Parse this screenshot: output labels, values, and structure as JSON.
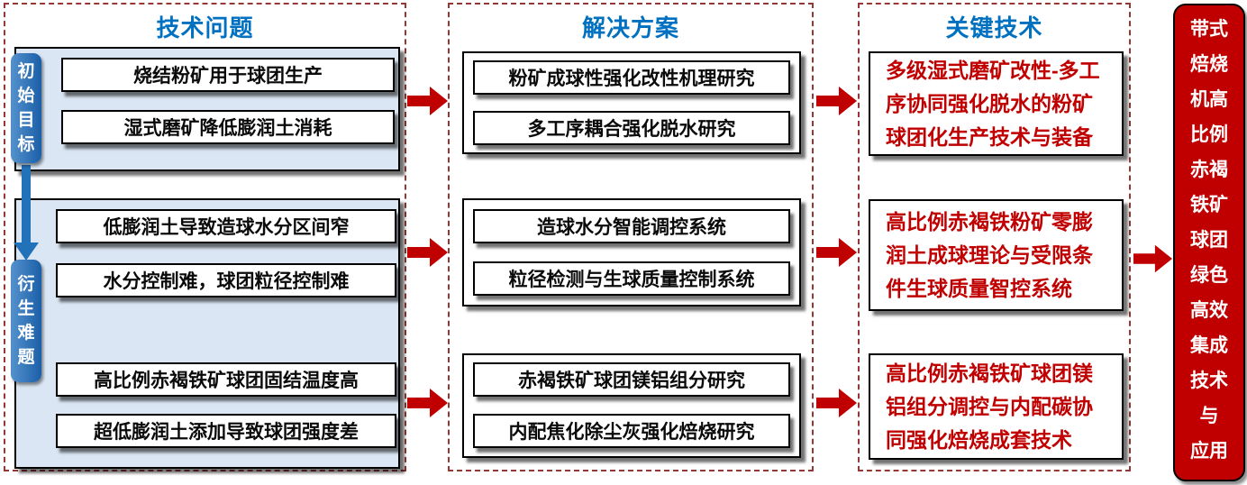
{
  "columns": {
    "problems": {
      "title": "技术问题",
      "groups": [
        {
          "tab": "初\n始\n目\n标",
          "items": [
            "烧结粉矿用于球团生产",
            "湿式磨矿降低膨润土消耗"
          ]
        },
        {
          "tab": "衍\n生\n难\n题",
          "items": [
            "低膨润土导致造球水分区间窄",
            "水分控制难，球团粒径控制难",
            "高比例赤褐铁矿球团固结温度高",
            "超低膨润土添加导致球团强度差"
          ]
        }
      ]
    },
    "solutions": {
      "title": "解决方案",
      "groups": [
        {
          "items": [
            "粉矿成球性强化改性机理研究",
            "多工序耦合强化脱水研究"
          ]
        },
        {
          "items": [
            "造球水分智能调控系统",
            "粒径检测与生球质量控制系统"
          ]
        },
        {
          "items": [
            "赤褐铁矿球团镁铝组分研究",
            "内配焦化除尘灰强化焙烧研究"
          ]
        }
      ]
    },
    "technologies": {
      "title": "关键技术",
      "items": [
        "多级湿式磨矿改性-多工序协同强化脱水的粉矿球团化生产技术与装备",
        "高比例赤褐铁粉矿零膨润土成球理论与受限条件生球质量智控系统",
        "高比例赤褐铁矿球团镁铝组分调控与内配碳协同强化焙烧成套技术"
      ]
    }
  },
  "result": {
    "text": "带式\n焙烧\n机高\n比例\n赤褐\n铁矿\n球团\n绿色\n高效\n集成\n技术\n与\n应用"
  },
  "colors": {
    "accent_blue": "#0070C0",
    "box_red": "#C00000",
    "dashed_red": "#953735",
    "group_bg": "#DAE6F3",
    "tab_blue_light": "#5592CD",
    "tab_blue_dark": "#1B5FA8",
    "arrow_blue": "#2272B9"
  }
}
